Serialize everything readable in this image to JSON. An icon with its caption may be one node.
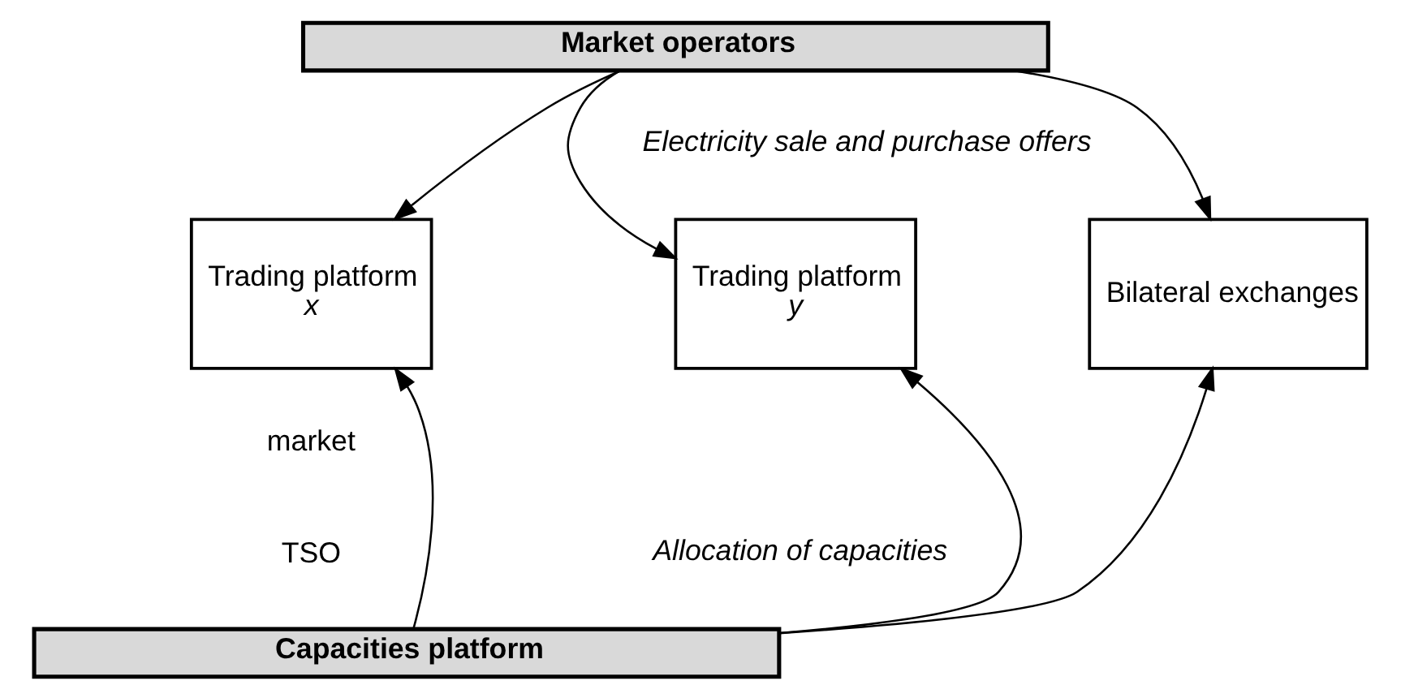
{
  "diagram": {
    "nodes": [
      {
        "text": [
          "Market operators"
        ]
      },
      {
        "text": [
          "Trading platform",
          "x"
        ]
      },
      {
        "text": [
          "Trading platform",
          "y"
        ]
      },
      {
        "text": [
          "Bilateral exchanges"
        ]
      },
      {
        "text": [
          "Capacities platform"
        ]
      }
    ],
    "edges": [
      {
        "from": 0,
        "to": 1,
        "arrow": "to"
      },
      {
        "from": 0,
        "to": 2,
        "arrow": "to"
      },
      {
        "from": 0,
        "to": 3,
        "arrow": "to"
      },
      {
        "from": 4,
        "to": 1,
        "arrow": "to"
      },
      {
        "from": 4,
        "to": 2,
        "arrow": "to"
      },
      {
        "from": 4,
        "to": 3,
        "arrow": "to"
      }
    ],
    "labels": [
      "Electricity sale and purchase offers",
      "market",
      "TSO",
      "Allocation of capacities"
    ]
  }
}
